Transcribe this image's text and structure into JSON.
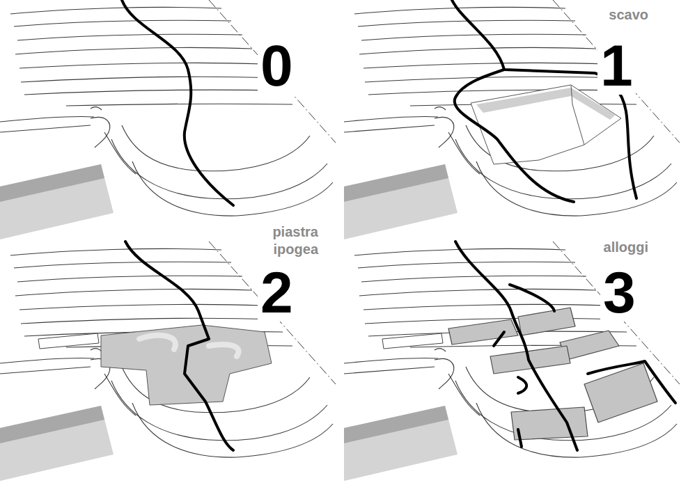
{
  "diagram": {
    "labels": [
      "0",
      "scavo",
      "1",
      "piastra ipogea",
      "2",
      "alloggi",
      "3"
    ]
  }
}
